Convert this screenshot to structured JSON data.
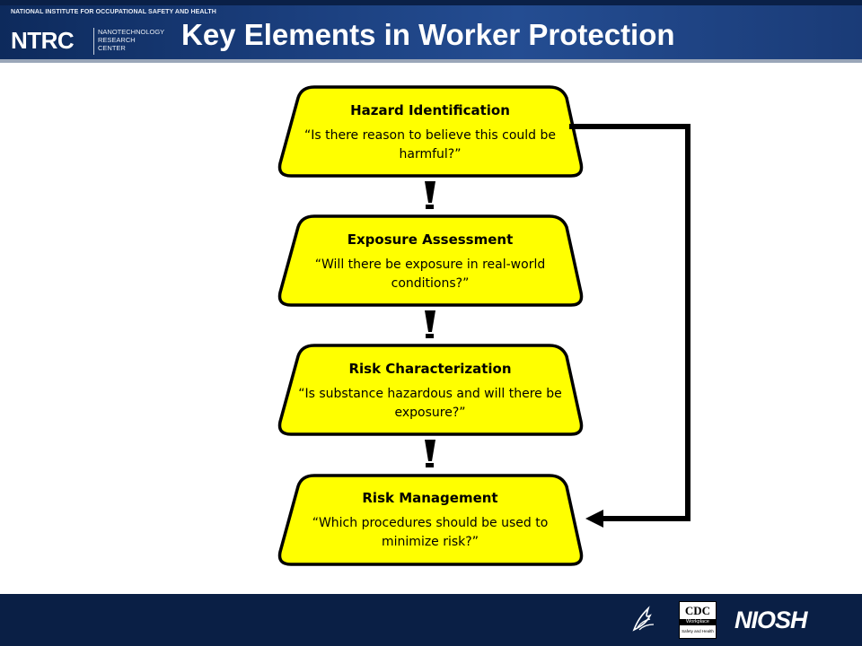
{
  "header": {
    "institute": "NATIONAL INSTITUTE FOR OCCUPATIONAL SAFETY AND HEALTH",
    "logo": "NTRC",
    "logo_sub": [
      "NANOTECHNOLOGY",
      "RESEARCH",
      "CENTER"
    ],
    "title": "Key Elements in Worker Protection"
  },
  "diagram": {
    "box_fill": "#ffff00",
    "steps": [
      {
        "title": "Hazard Identification",
        "question": "“Is there reason to believe this could be harmful?”"
      },
      {
        "title": "Exposure Assessment",
        "question": "“Will there be exposure in real-world conditions?”"
      },
      {
        "title": "Risk Characterization",
        "question": "“Is substance hazardous and will there be exposure?”"
      },
      {
        "title": "Risk Management",
        "question": "“Which procedures should be used to minimize risk?”"
      }
    ]
  },
  "footer": {
    "hhs_icon": "hhs-eagle-icon",
    "cdc_label": "CDC",
    "cdc_sub": "Workplace",
    "cdc_sub2": "Safety and Health",
    "niosh_label": "NIOSH"
  }
}
